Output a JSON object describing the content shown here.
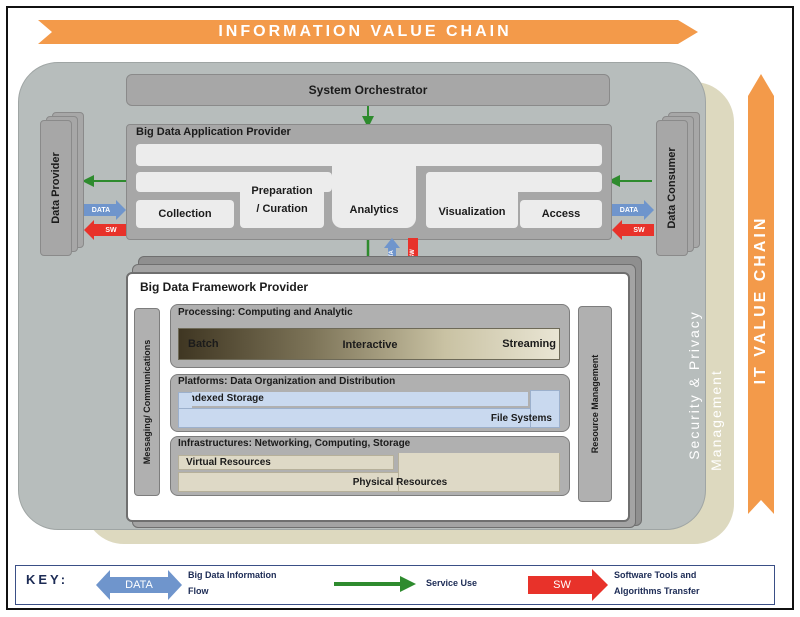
{
  "banners": {
    "information_value_chain": "INFORMATION VALUE CHAIN",
    "it_value_chain": "IT VALUE CHAIN"
  },
  "security": {
    "line1": "Security & Privacy",
    "line2": "Management"
  },
  "system_orchestrator": "System Orchestrator",
  "data_provider": "Data Provider",
  "data_consumer": "Data Consumer",
  "arrow_labels": {
    "data": "DATA",
    "sw": "SW"
  },
  "application_provider": {
    "title": "Big Data Application Provider",
    "collection": "Collection",
    "preparation_line1": "Preparation",
    "preparation_line2": "/ Curation",
    "analytics": "Analytics",
    "visualization": "Visualization",
    "access": "Access"
  },
  "framework_provider": {
    "title": "Big Data Framework Provider",
    "messaging": "Messaging/ Communications",
    "resource_management": "Resource Management",
    "processing": {
      "title": "Processing: Computing and Analytic",
      "batch": "Batch",
      "interactive": "Interactive",
      "streaming": "Streaming"
    },
    "platforms": {
      "title": "Platforms: Data Organization and Distribution",
      "indexed_storage": "Indexed Storage",
      "file_systems": "File Systems"
    },
    "infrastructures": {
      "title": "Infrastructures: Networking, Computing, Storage",
      "virtual_resources": "Virtual Resources",
      "physical_resources": "Physical Resources"
    }
  },
  "key": {
    "label": "KEY:",
    "data_arrow": "DATA",
    "data_desc_line1": "Big Data Information",
    "data_desc_line2": "Flow",
    "service_desc": "Service Use",
    "sw_arrow": "SW",
    "sw_desc_line1": "Software Tools and",
    "sw_desc_line2": "Algorithms Transfer"
  },
  "colors": {
    "orange": "#f39a4a",
    "green": "#2e8b2e",
    "blue_arrow": "#6f95cc",
    "red_arrow": "#e8322a",
    "outer_gray": "#b7bdbc",
    "beige": "#ddd9bf"
  }
}
